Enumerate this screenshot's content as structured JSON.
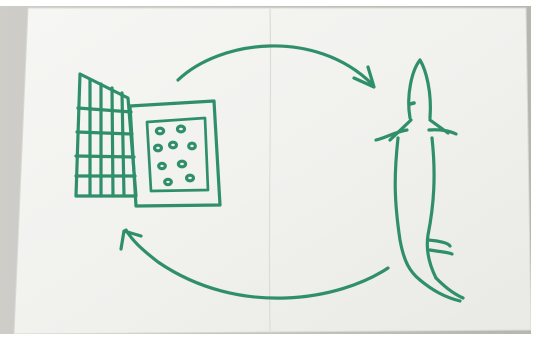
{
  "image": {
    "subject": "hand-drawn-sketch-on-paper",
    "ink_color": "#2f8f6b",
    "paper_color": "#f2f2f0",
    "background_color": "#b9b7b2"
  },
  "drawing": {
    "elements": [
      {
        "name": "open-book-icon"
      },
      {
        "name": "salamander-icon"
      },
      {
        "name": "top-cycle-arrow"
      },
      {
        "name": "bottom-cycle-arrow"
      }
    ]
  }
}
